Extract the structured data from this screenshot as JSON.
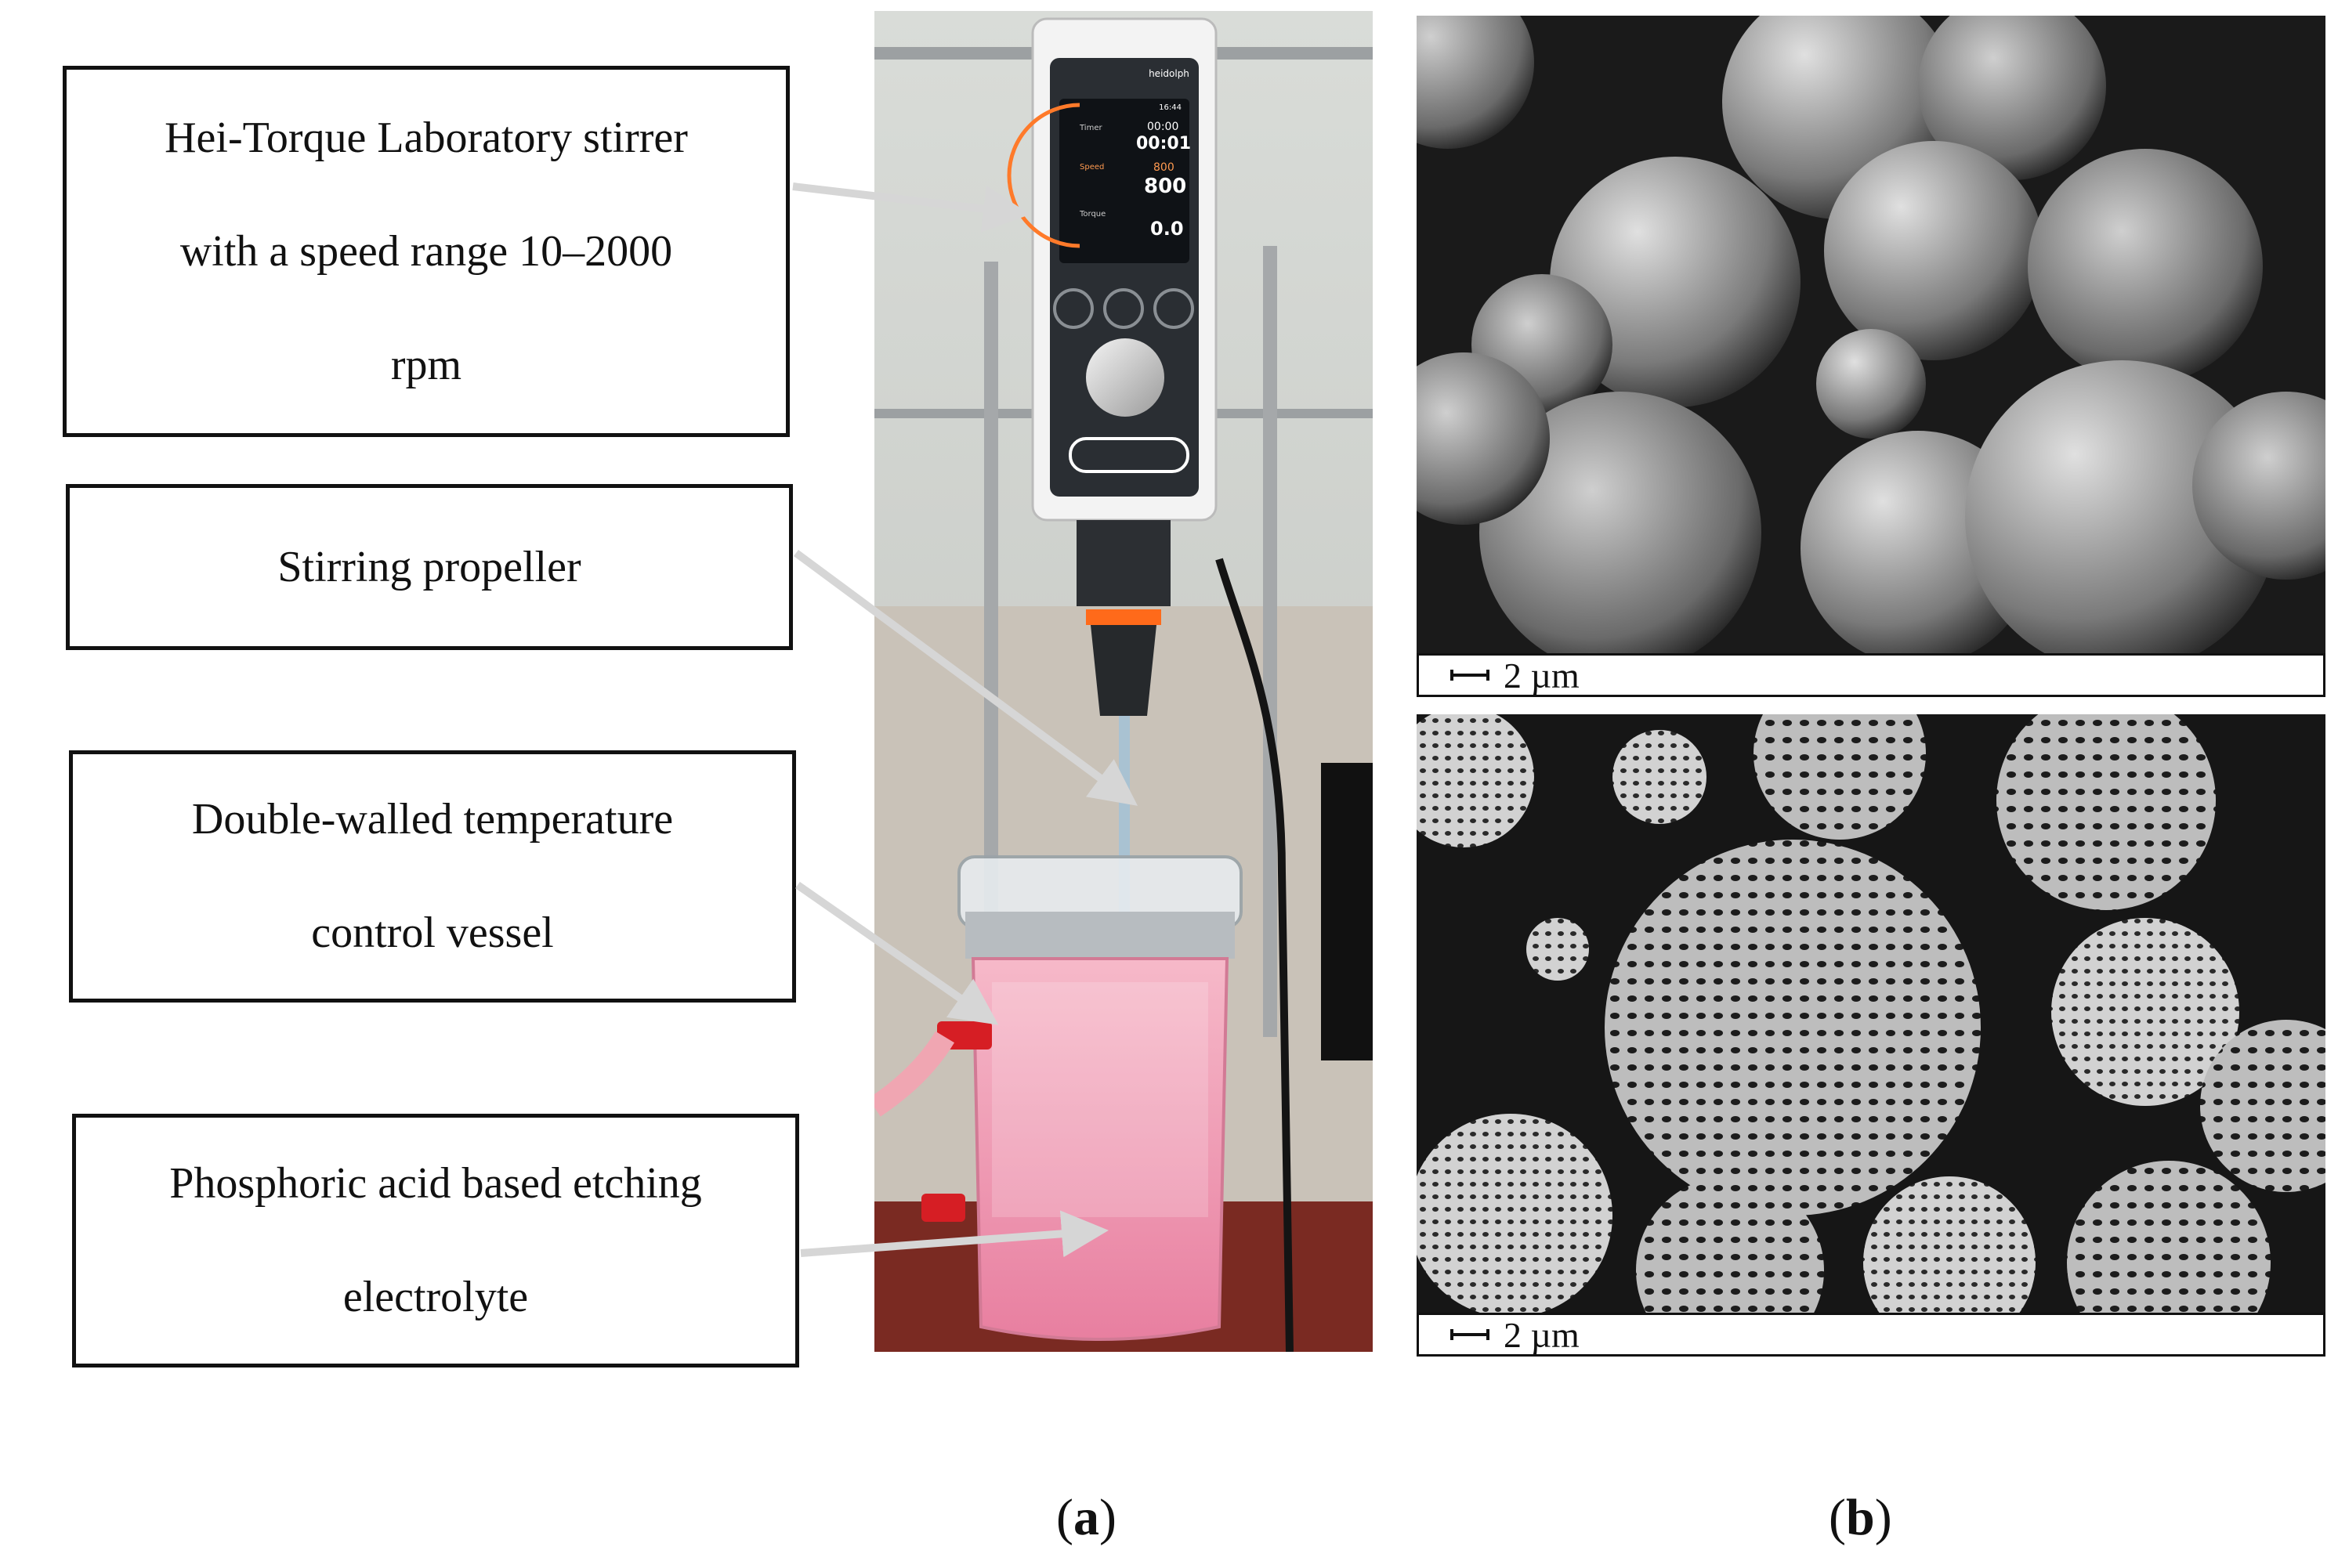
{
  "callouts": [
    {
      "lines": [
        "Hei-Torque Laboratory stirrer",
        "with a speed range 10–2000",
        "rpm"
      ]
    },
    {
      "lines": [
        "Stirring propeller"
      ]
    },
    {
      "lines": [
        "Double-walled temperature",
        "control vessel"
      ]
    },
    {
      "lines": [
        "Phosphoric acid based etching",
        "electrolyte"
      ]
    }
  ],
  "device_display": {
    "brand": "heidolph",
    "clock": "16:44",
    "timer_label": "Timer",
    "timer_value": "00:00",
    "elapsed": "00:01",
    "speed_label": "Speed",
    "speed_setpoint": "800",
    "speed_value": "800",
    "torque_label": "Torque",
    "torque_value": "0.0"
  },
  "sem_images": [
    {
      "scale_label": "2 µm"
    },
    {
      "scale_label": "2 µm"
    }
  ],
  "panel_labels": {
    "a": "a",
    "b": "b"
  },
  "colors": {
    "arrow": "#d6d6d6",
    "electrolyte": "#f2a7bd",
    "frame": "#111111"
  }
}
